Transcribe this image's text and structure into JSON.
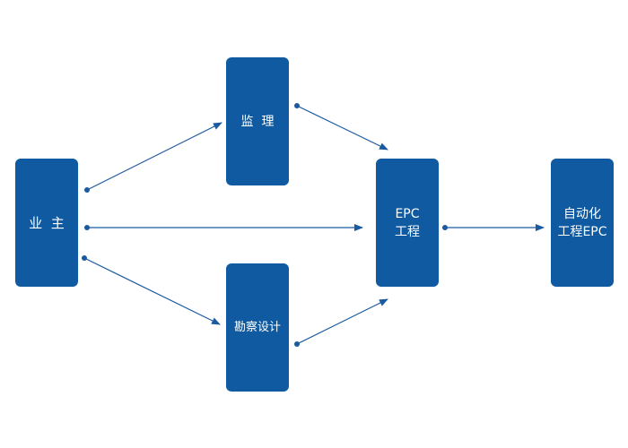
{
  "nodes": {
    "owner": {
      "label": "业  主"
    },
    "supervision": {
      "label": "监  理"
    },
    "survey_design": {
      "label": "勘察设计"
    },
    "epc": {
      "line1": "EPC",
      "line2": "工程"
    },
    "automation_epc": {
      "line1": "自动化",
      "line2": "工程EPC"
    }
  },
  "colors": {
    "box_fill": "#0f5aa0",
    "arrow": "#1a5aa0",
    "box_text": "#ffffff",
    "background": "#ffffff"
  },
  "edges": [
    {
      "from": "owner",
      "to": "supervision"
    },
    {
      "from": "owner",
      "to": "epc"
    },
    {
      "from": "owner",
      "to": "survey_design"
    },
    {
      "from": "supervision",
      "to": "epc"
    },
    {
      "from": "survey_design",
      "to": "epc"
    },
    {
      "from": "epc",
      "to": "automation_epc"
    }
  ]
}
